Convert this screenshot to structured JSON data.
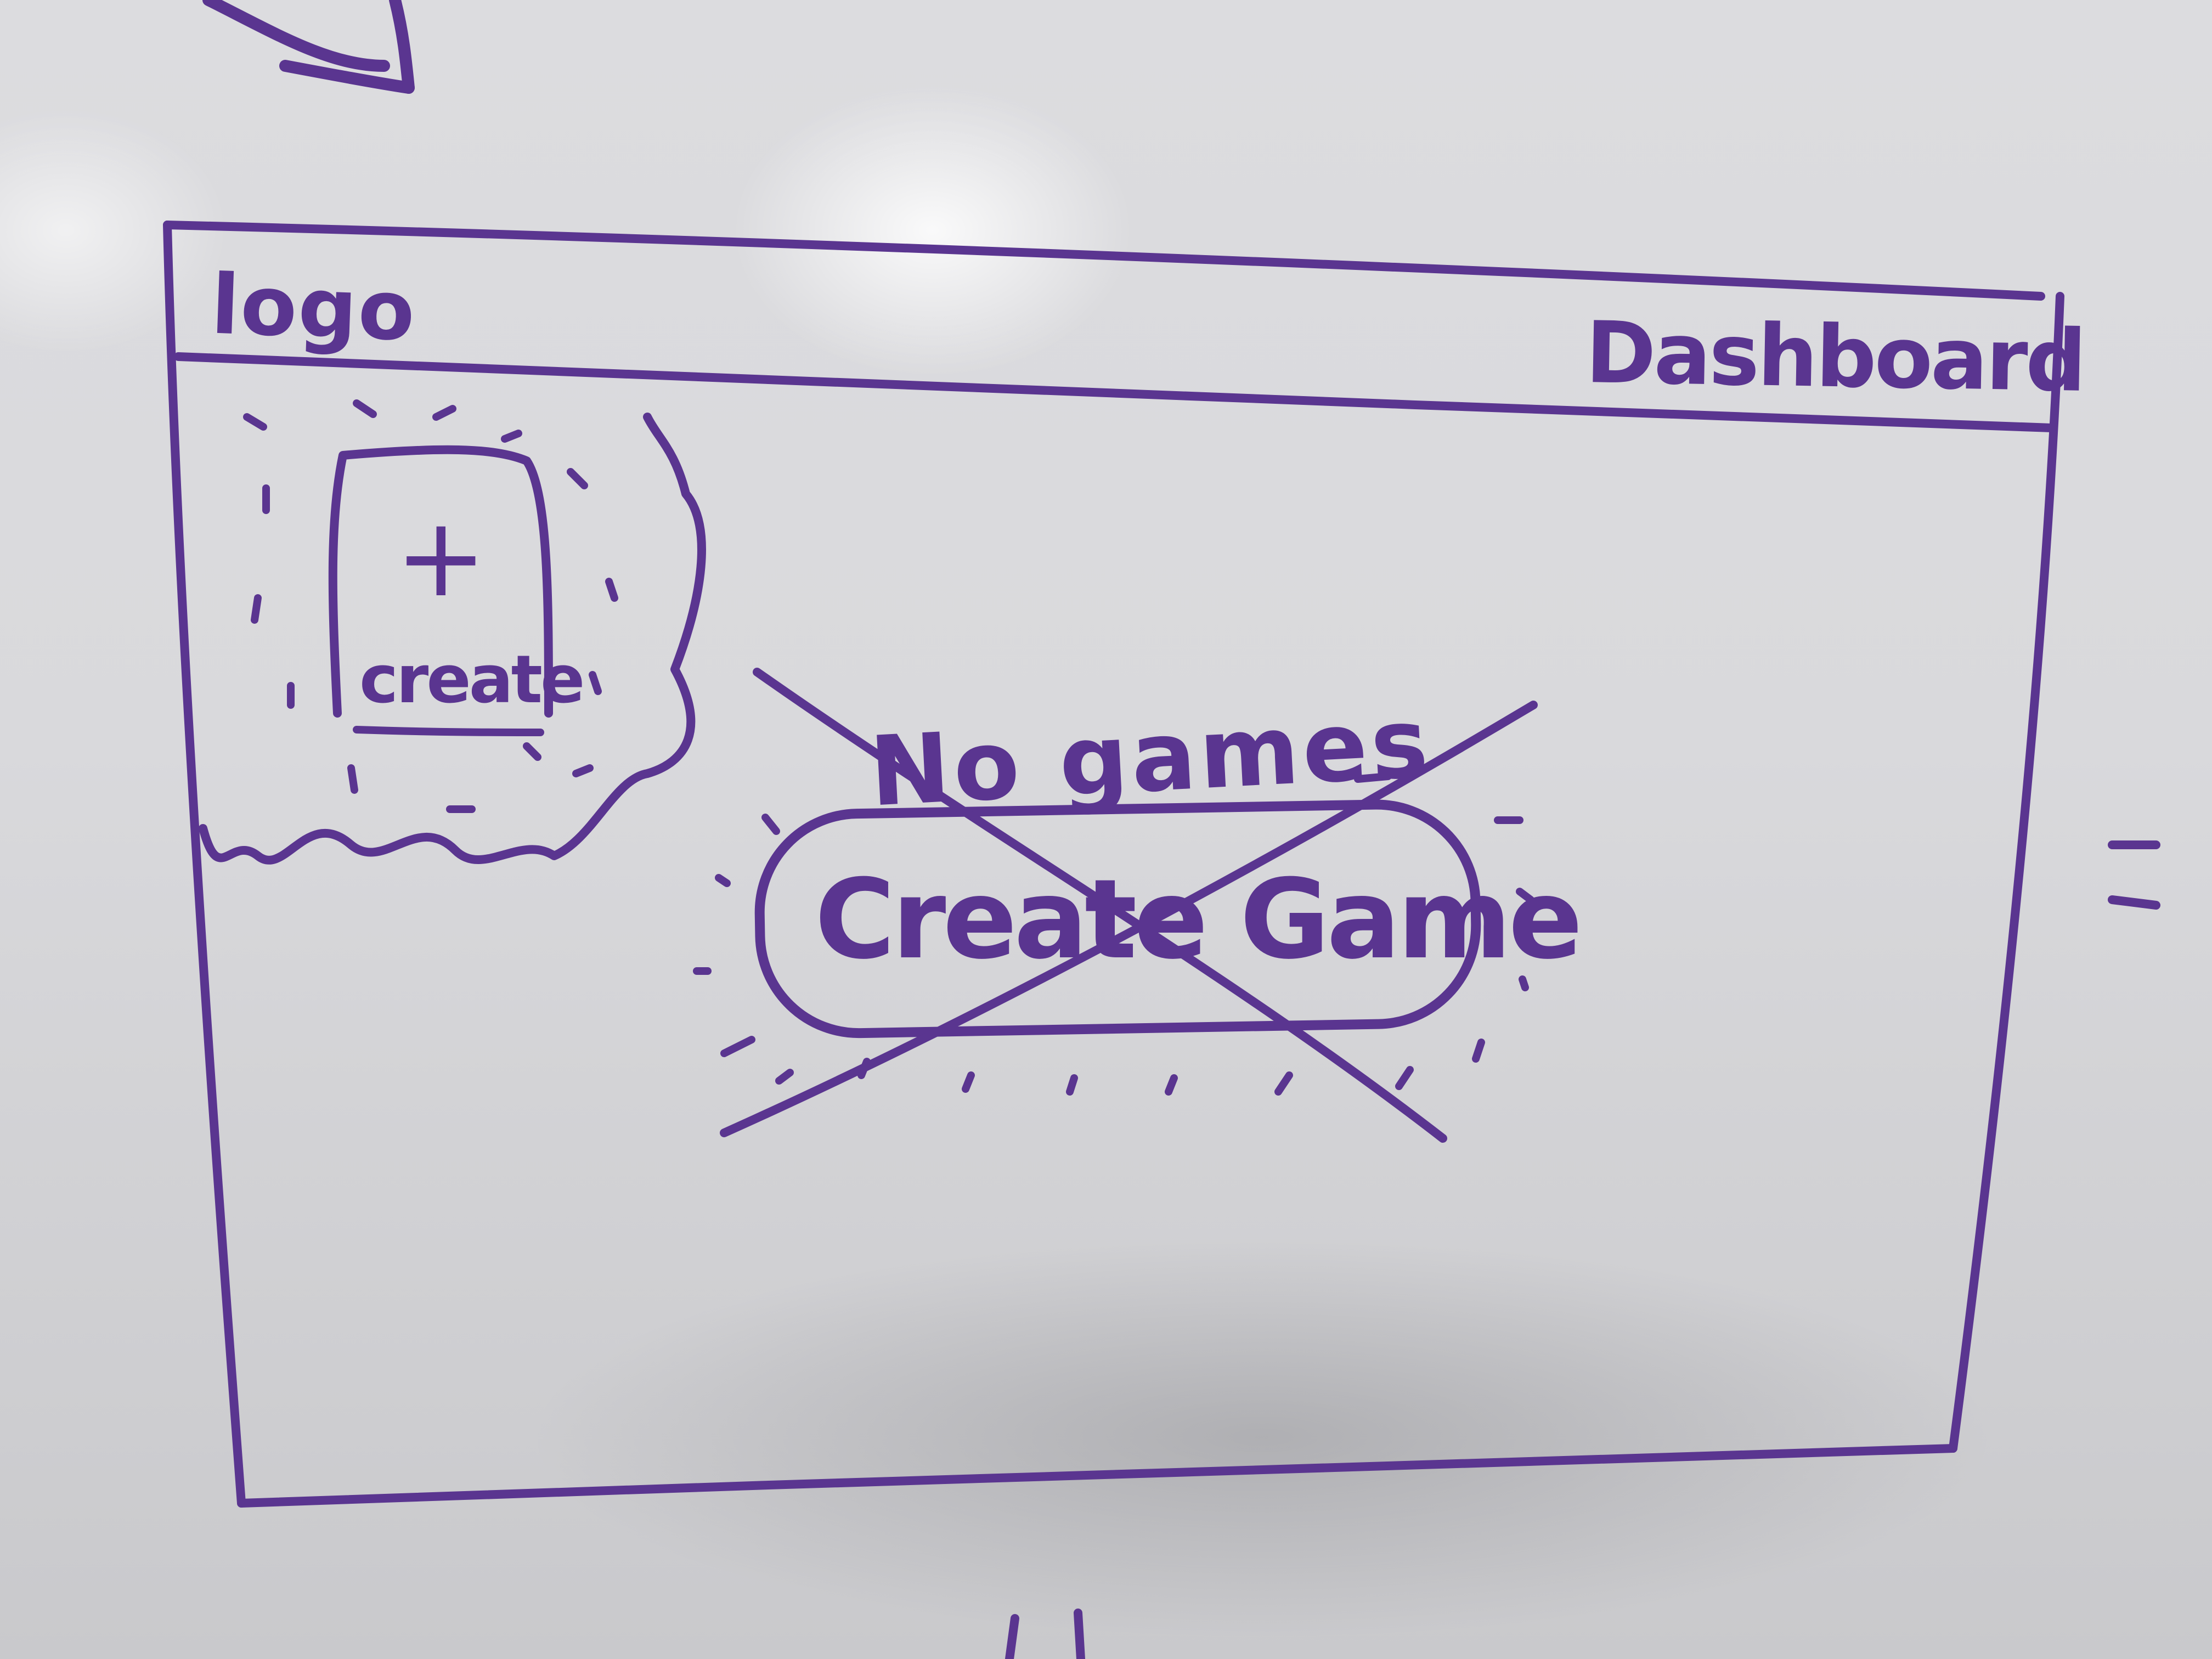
{
  "header": {
    "logo_text": "logo",
    "nav_link": "Dashboard"
  },
  "create_tile": {
    "icon": "plus-icon",
    "plus_glyph": "+",
    "label": "create"
  },
  "empty_state": {
    "message": "No games",
    "button_label": "Create Game",
    "crossed_out": true
  },
  "colors": {
    "ink": "#5a3590",
    "board": "#d9d9dc"
  }
}
